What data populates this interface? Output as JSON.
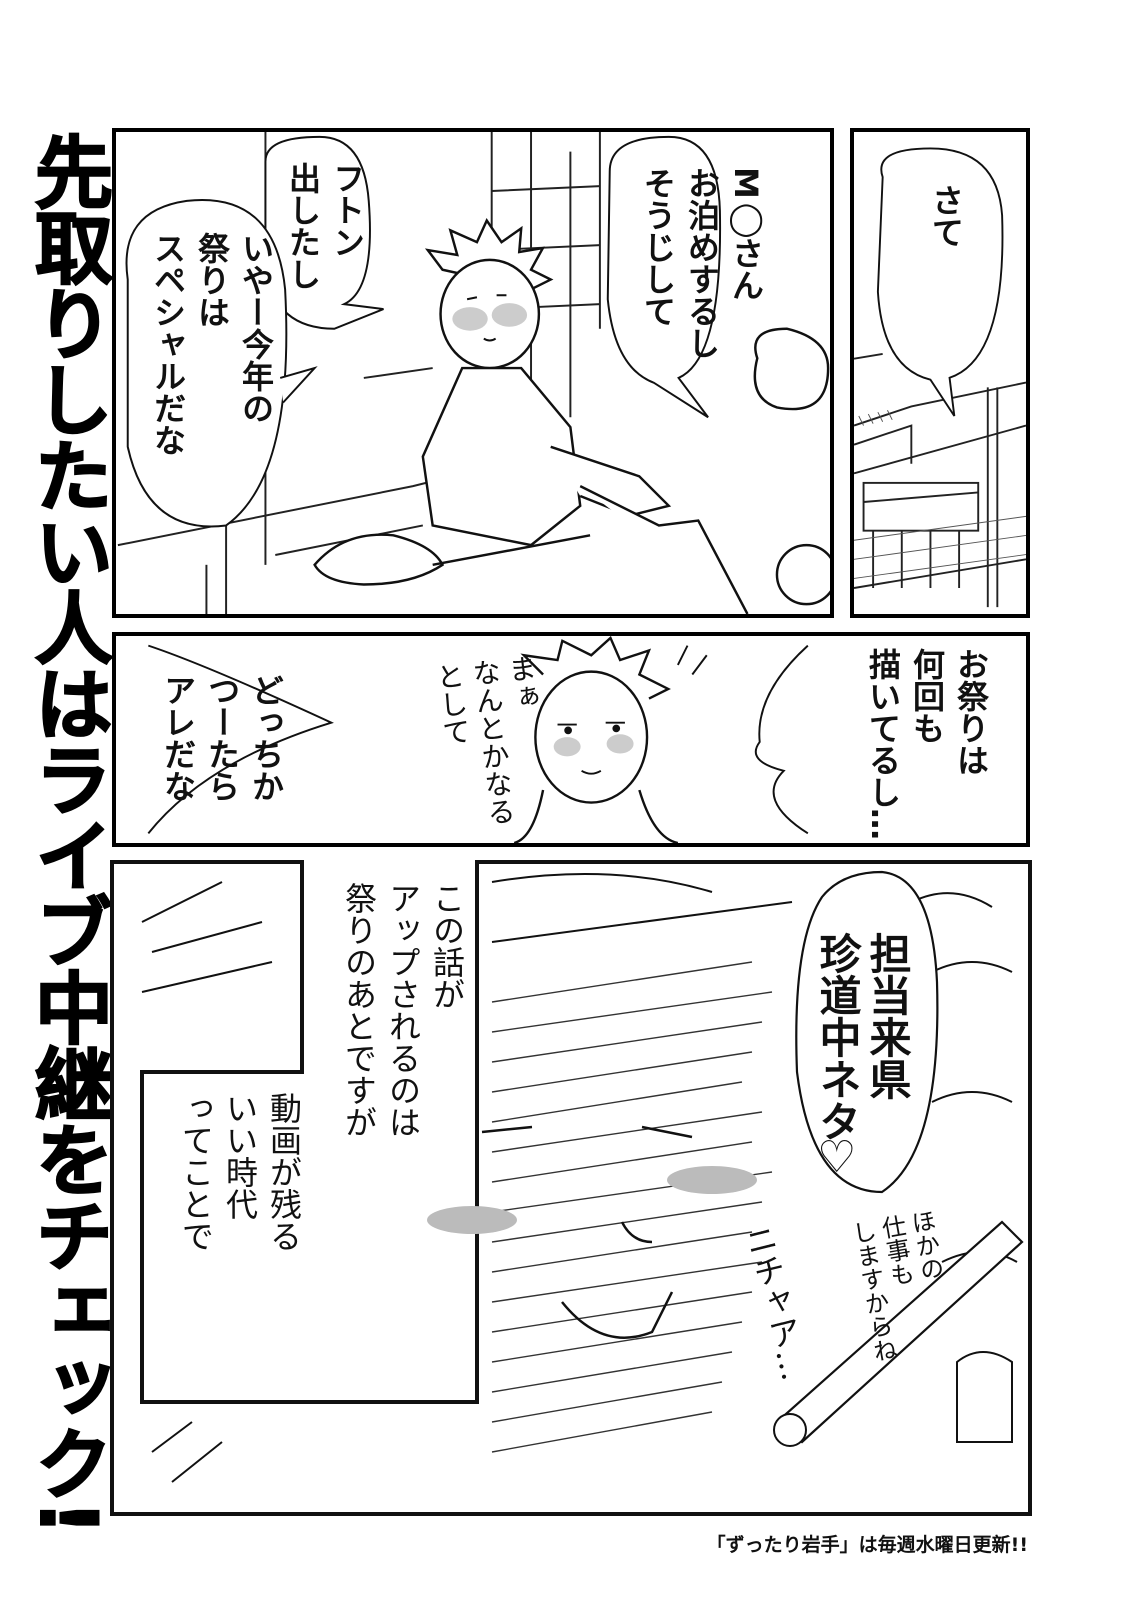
{
  "title": "先取りしたい人はライブ中継をチェック!",
  "panels": {
    "p1": {
      "bubble": "さて"
    },
    "p2": {
      "bubble1": "M◯さん\nお泊めするし\nそうじして",
      "bubble2": "フトン\n出したし",
      "bubble3": "いやー今年の\n祭りは\nスペシャルだな"
    },
    "p3": {
      "bubble_right": "お祭りは\n何回も\n描いてるし…",
      "handwritten": "まぁ\nなんとかなる\nとして",
      "bubble_left": "どっちか\nつーたら\nアレだな"
    },
    "p4": {
      "bubble_bold": "担当来県\n珍道中ネタ",
      "heart": "♡",
      "narration1": "この話が\nアップされるのは\n祭りのあとですが",
      "narration2": "動画が残る\nいい時代\nってことで",
      "sfx": "ニチャア…",
      "scroll_text": "ほかの\n仕事も\nしますからね"
    }
  },
  "footer": "「ずったり岩手」は毎週水曜日更新!!"
}
